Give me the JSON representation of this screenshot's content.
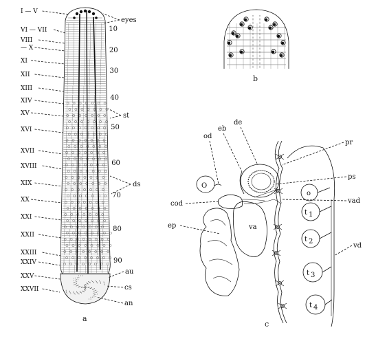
{
  "panels": {
    "a": "a",
    "b": "b",
    "c": "c"
  },
  "figure_a": {
    "segments": [
      "I — V",
      "VI — VII",
      "VIII",
      "— X",
      "XI",
      "XII",
      "XIII",
      "XIV",
      "XV",
      "XVI",
      "XVII",
      "XVIII",
      "XIX",
      "XX",
      "XXI",
      "XXII",
      "XXIII",
      "XXIV",
      "XXV",
      "XXVII"
    ],
    "scale": [
      "10",
      "20",
      "30",
      "40",
      "50",
      "60",
      "70",
      "80",
      "90"
    ],
    "labels": {
      "eyes": "eyes",
      "st": "st",
      "ds": "ds",
      "au": "au",
      "cs": "cs",
      "an": "an"
    }
  },
  "figure_c": {
    "labels": {
      "od": "od",
      "eb": "eb",
      "de": "de",
      "pr": "pr",
      "ps": "ps",
      "O_big": "O",
      "o_small": "o",
      "cod": "cod",
      "vad": "vad",
      "ep": "ep",
      "va": "va",
      "t1": "t",
      "t2": "t",
      "t3": "t",
      "t4": "t",
      "t1_sub": "1",
      "t2_sub": "2",
      "t3_sub": "3",
      "t4_sub": "4",
      "vd": "vd"
    }
  }
}
